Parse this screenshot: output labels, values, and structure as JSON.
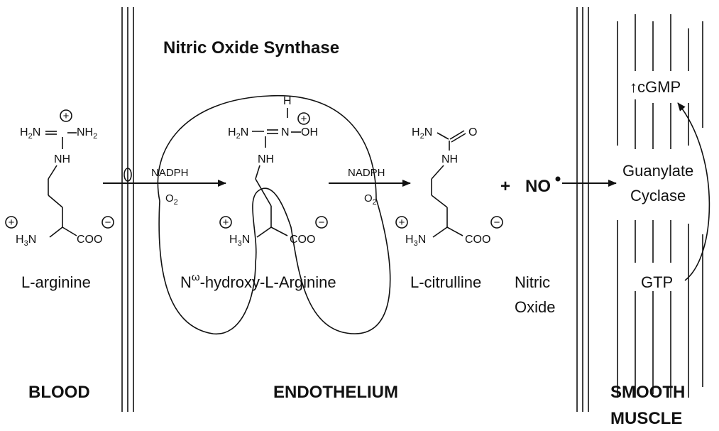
{
  "title": "Nitric Oxide Synthase",
  "regions": {
    "blood": "BLOOD",
    "endothelium": "ENDOTHELIUM",
    "smooth_muscle_line1": "SMOOTH",
    "smooth_muscle_line2": "MUSCLE"
  },
  "compounds": {
    "arginine": "L-arginine",
    "hydroxy_prefix": "N",
    "hydroxy_super": "ω",
    "hydroxy_rest": "-hydroxy-L-Arginine",
    "citrulline": "L-citrulline",
    "nitric_oxide_line1": "Nitric",
    "nitric_oxide_line2": "Oxide",
    "no_symbol": "NO",
    "plus_sign": "+"
  },
  "cofactors": {
    "nadph": "NADPH",
    "o2": "O",
    "o2_sub": "2"
  },
  "muscle": {
    "cgmp": "↑cGMP",
    "guanylate": "Guanylate",
    "cyclase": "Cyclase",
    "gtp": "GTP"
  },
  "atoms": {
    "H": "H",
    "N": "N",
    "NH": "NH",
    "O": "O",
    "OH": "OH",
    "COO": "COO",
    "H3N_H": "H",
    "H3N_3": "3",
    "H3N_N": "N",
    "H2N_H": "H",
    "H2N_2": "2",
    "H2N_N": "N",
    "NH2": "NH",
    "NH2_2": "2",
    "charge_plus": "+",
    "charge_minus": "−"
  },
  "colors": {
    "ink": "#111111",
    "background": "#ffffff"
  }
}
